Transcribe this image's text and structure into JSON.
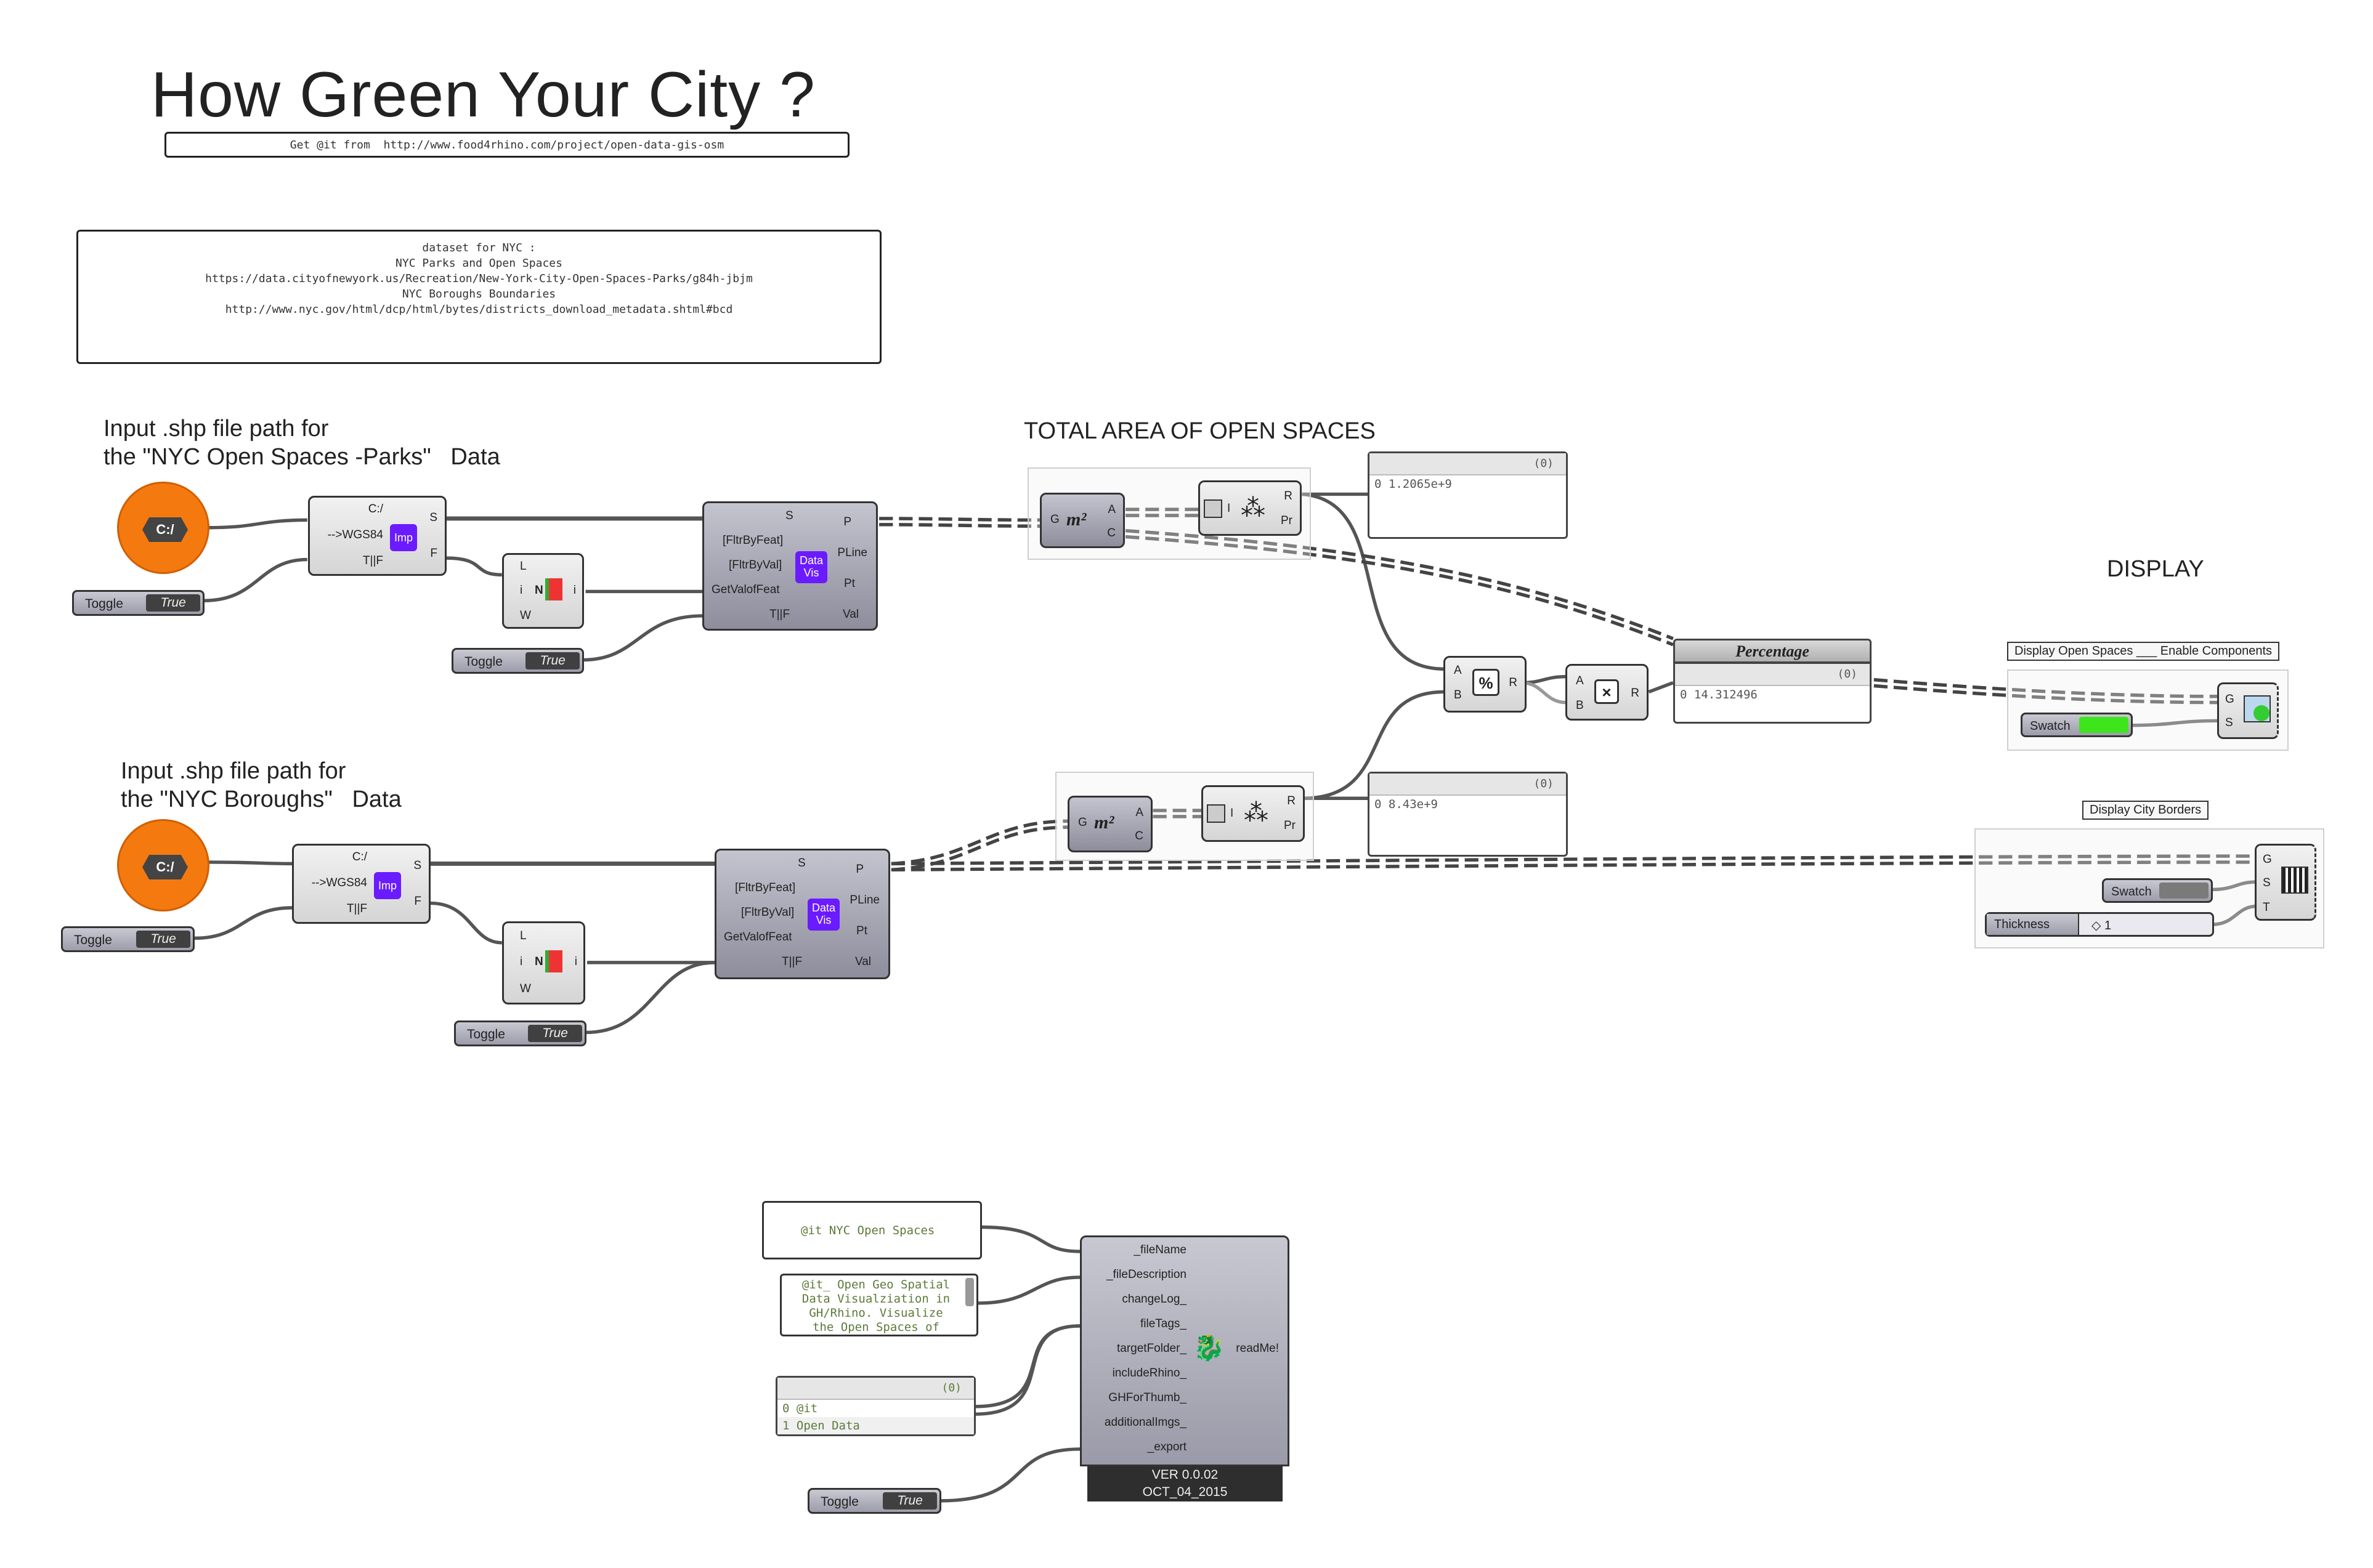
{
  "header": {
    "title": "How Green Your City ?",
    "subtitle": "Get @it from  http://www.food4rhino.com/project/open-data-gis-osm"
  },
  "dataset_panel": {
    "lines": [
      "dataset for NYC :",
      "",
      "NYC Parks and Open Spaces",
      "https://data.cityofnewyork.us/Recreation/New-York-City-Open-Spaces-Parks/g84h-jbjm",
      "",
      "NYC Boroughs Boundaries",
      "http://www.nyc.gov/html/dcp/html/bytes/districts_download_metadata.shtml#bcd"
    ]
  },
  "labels": {
    "parks_input": "Input .shp file path for\nthe \"NYC Open Spaces -Parks\"   Data",
    "boroughs_input": "Input .shp file path for\nthe \"NYC Boroughs\"   Data",
    "total_area": "TOTAL AREA OF OPEN SPACES",
    "display": "DISPLAY"
  },
  "path_button": {
    "label": "C:/"
  },
  "toggle": {
    "label": "Toggle",
    "value": "True"
  },
  "import_comp": {
    "inputs": [
      "C:/",
      "-->WGS84",
      "T||F"
    ],
    "outputs": [
      "S",
      "F"
    ],
    "badge": "Imp"
  },
  "list_comp": {
    "inputs": [
      "L",
      "i",
      "W"
    ],
    "output": "i",
    "glyph": "N"
  },
  "datavis_comp": {
    "inputs": [
      "S",
      "[FltrByFeat]",
      "[FltrByVal]",
      "GetValofFeat",
      "T||F"
    ],
    "outputs": [
      "P",
      "PLine",
      "Pt",
      "Val"
    ],
    "badge_line1": "Data",
    "badge_line2": "Vis"
  },
  "area_comp": {
    "input": "G",
    "glyph": "m²",
    "outputs": [
      "A",
      "C"
    ]
  },
  "mass_comp": {
    "input": "I",
    "outputs": [
      "R",
      "Pr"
    ]
  },
  "panels": {
    "parks_area": {
      "header": "(0)",
      "index": "0",
      "value": "1.2065e+9"
    },
    "boroughs_area": {
      "header": "(0)",
      "index": "0",
      "value": "8.43e+9"
    },
    "percentage": {
      "title": "Percentage",
      "header": "(0)",
      "index": "0",
      "value": "14.312496"
    }
  },
  "divide_comp": {
    "inputs": [
      "A",
      "B"
    ],
    "output": "R"
  },
  "multiply_comp": {
    "inputs": [
      "A",
      "B"
    ],
    "output": "R"
  },
  "display_open": {
    "tag": "Display Open Spaces ___ Enable Components",
    "inputs": [
      "G",
      "S"
    ],
    "swatch_label": "Swatch",
    "swatch_color": "#3ee51c"
  },
  "display_borders": {
    "tag": "Display City Borders",
    "inputs": [
      "G",
      "S",
      "T"
    ],
    "swatch_label": "Swatch",
    "swatch_color": "#7a7a7a",
    "slider_label": "Thickness",
    "slider_value": "1"
  },
  "readme": {
    "file_name_text": "@it NYC Open Spaces",
    "description_lines": [
      "@it_ Open Geo Spatial",
      "Data Visualziation in",
      "GH/Rhino. Visualize",
      "the Open Spaces of"
    ],
    "tags_panel": {
      "header": "(0)",
      "rows": [
        {
          "i": "0",
          "v": "@it"
        },
        {
          "i": "1",
          "v": "Open Data"
        }
      ]
    },
    "inputs": [
      "_fileName",
      "_fileDescription",
      "changeLog_",
      "fileTags_",
      "targetFolder_",
      "includeRhino_",
      "GHForThumb_",
      "additionalImgs_",
      "_export"
    ],
    "output": "readMe!",
    "version": "VER 0.0.02",
    "date": "OCT_04_2015"
  },
  "colors": {
    "orange": "#f47a10",
    "purple": "#6a1bff",
    "green_swatch": "#3ee51c"
  }
}
